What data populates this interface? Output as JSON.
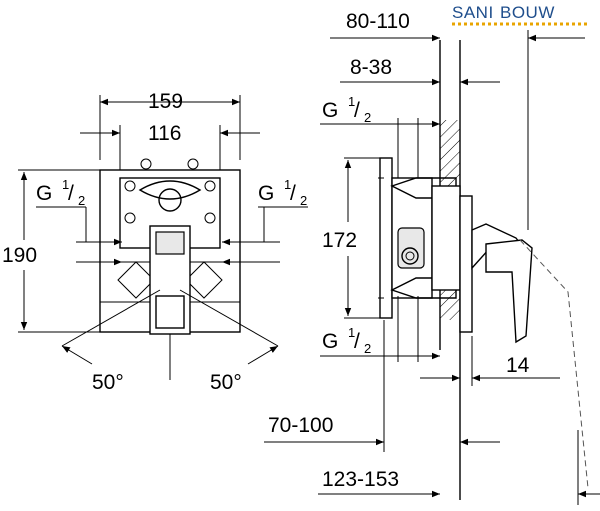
{
  "watermark": {
    "brand_word_1": "SANI",
    "brand_word_2": "BOUW",
    "text_color": "#1f4e8c"
  },
  "front_view": {
    "dim_width_outer": "159",
    "dim_width_inner": "116",
    "dim_height": "190",
    "thread_left": {
      "letter": "G",
      "sup": "1",
      "slash": "/",
      "sub": "2"
    },
    "thread_right": {
      "letter": "G",
      "sup": "1",
      "slash": "/",
      "sub": "2"
    },
    "angle_left": "50°",
    "angle_right": "50°"
  },
  "side_view": {
    "dim_wall_range": "80-110",
    "dim_depth_range": "8-38",
    "thread_top": {
      "letter": "G",
      "sup": "1",
      "slash": "/",
      "sub": "2"
    },
    "thread_bottom": {
      "letter": "G",
      "sup": "1",
      "slash": "/",
      "sub": "2"
    },
    "dim_height": "172",
    "dim_plate": "14",
    "dim_lower_range": "70-100",
    "dim_total_range": "123-153"
  }
}
